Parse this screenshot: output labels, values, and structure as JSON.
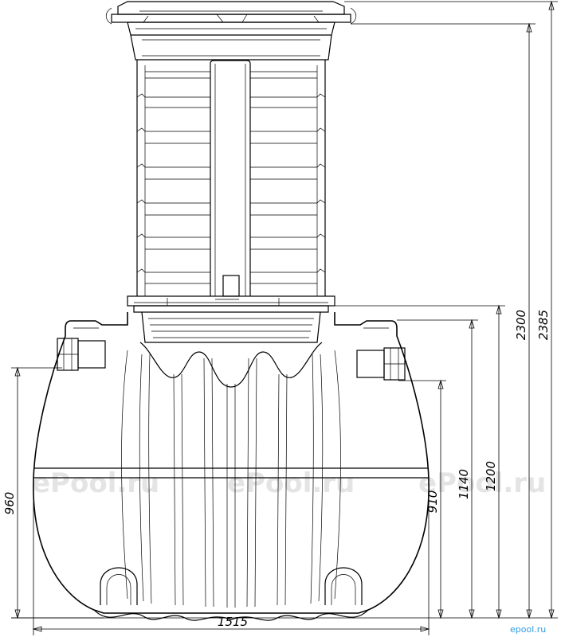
{
  "dimensions": {
    "width_total": "1515",
    "height_total": "2385",
    "height_inner": "2300",
    "height_inlet": "1200",
    "height_outlet_top": "1140",
    "height_outlet": "910",
    "height_left_pipe": "960"
  },
  "watermarks": [
    "ePool.ru",
    "ePool.ru",
    "ePool.ru"
  ],
  "logo": "epool.ru",
  "colors": {
    "line": "#000000",
    "watermark": "#e4e4e4",
    "logo": "#2f9be0"
  }
}
